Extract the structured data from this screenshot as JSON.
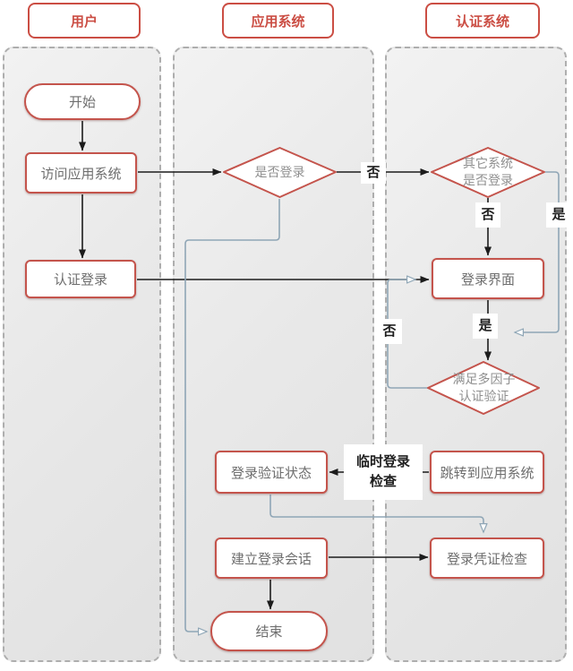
{
  "lanes": [
    {
      "title": "用户"
    },
    {
      "title": "应用系统"
    },
    {
      "title": "认证系统"
    }
  ],
  "nodes": {
    "start": "开始",
    "visit_app": "访问应用系统",
    "auth_login": "认证登录",
    "is_logged_in": "是否登录",
    "other_system_logged_in": [
      "其它系统",
      "是否登录"
    ],
    "login_page": "登录界面",
    "mfa_verify": [
      "满足多因子",
      "认证验证"
    ],
    "login_verify_status": "登录验证状态",
    "redirect_to_app": "跳转到应用系统",
    "create_login_session": "建立登录会话",
    "login_credential_check": "登录凭证检查",
    "end": "结束"
  },
  "edge_labels": {
    "no_between_diamonds": "否",
    "no_to_login_page": "否",
    "yes_other_system": "是",
    "yes_to_mfa": "是",
    "no_mfa_loop": "否",
    "temp_login_check": [
      "临时登录",
      "检查"
    ]
  },
  "colors": {
    "accent_red": "#cb4e44",
    "node_border": "#c4544c",
    "flow_line_black": "#1c1c1c",
    "flow_line_gray": "#8fa6b6",
    "lane_border": "#aeaeae",
    "node_text": "#6e6e6e",
    "diamond_text": "#8f8f8f",
    "label_text": "#1f1f1f"
  }
}
